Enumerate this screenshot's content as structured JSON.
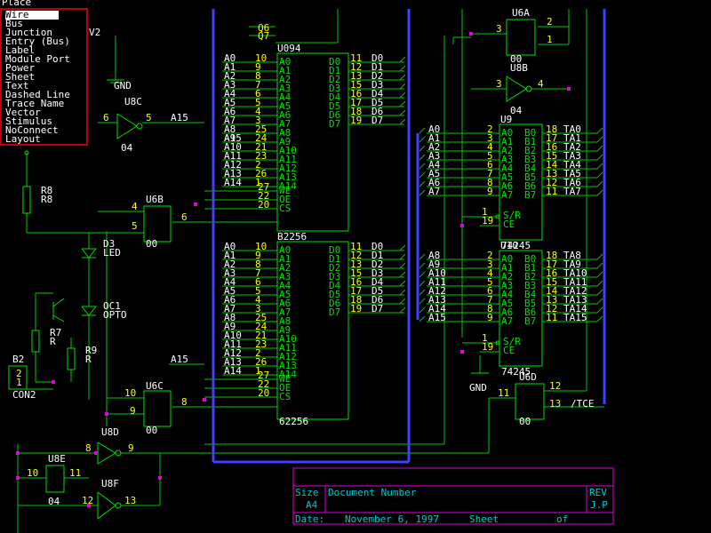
{
  "menu": {
    "title": "Place",
    "items": [
      "Wire",
      "Bus",
      "Junction",
      "Entry (Bus)",
      "Label",
      "Module Port",
      "Power",
      "Sheet",
      "Text",
      "Dashed Line",
      "Trace Name",
      "Vector",
      "Stimulus",
      "NoConnect",
      "Layout"
    ],
    "selected_index": 0
  },
  "colors": {
    "background": "#000000",
    "part": "#00e000",
    "pin_text": "#ffff00",
    "label": "#ffffff",
    "bus": "#4040ff",
    "wire": "#00c800",
    "junction": "#e000e0",
    "menu_border": "#c00000",
    "title_block": "#e000e0",
    "title_text": "#00c8c8"
  },
  "parts": {
    "u8c": {
      "ref": "U8C",
      "pin_in": "6",
      "pin_out": "5",
      "type": "04",
      "net": "A15"
    },
    "u6a": {
      "ref": "U6A",
      "pin1": "3",
      "pin2": "2",
      "pin3": "1",
      "type": "00"
    },
    "u8b": {
      "ref": "U8B",
      "pin_in": "3",
      "pin_out": "4",
      "type": "04"
    },
    "u6b": {
      "ref": "U6B",
      "pin1": "4",
      "pin2": "5",
      "pin_out": "6",
      "type": "00"
    },
    "u6c": {
      "ref": "U6C",
      "pin1": "10",
      "pin2": "9",
      "pin_out": "8",
      "type": "00",
      "net": "A15"
    },
    "u6d": {
      "ref": "U6D",
      "pin1": "11",
      "pin_out": "12",
      "pin3": "13",
      "type": "00",
      "net": "/TCE"
    },
    "u8d": {
      "ref": "U8D",
      "pin_in": "8",
      "pin_out": "9"
    },
    "u8e": {
      "ref": "U8E",
      "pin_in": "10",
      "pin_out": "11",
      "type": "04"
    },
    "u8f": {
      "ref": "U8F",
      "pin_in": "12",
      "pin_out": "13"
    },
    "u9": {
      "ref": "U9",
      "type": "74245",
      "pins_left": [
        "2",
        "3",
        "4",
        "5",
        "6",
        "7",
        "8",
        "9"
      ],
      "pins_right": [
        "18",
        "17",
        "16",
        "15",
        "14",
        "13",
        "12",
        "11"
      ],
      "nets_right": [
        "TA0",
        "TA1",
        "TA2",
        "TA3",
        "TA4",
        "TA5",
        "TA6",
        "TA7"
      ],
      "ctrl_pin": "1",
      "ctrl_pin2": "19",
      "sr": "S/R",
      "ce": "CE"
    },
    "u10": {
      "ref": "U10",
      "type": "74245",
      "pins_left": [
        "2",
        "3",
        "4",
        "5",
        "6",
        "7",
        "8",
        "9"
      ],
      "pins_right": [
        "18",
        "17",
        "16",
        "15",
        "14",
        "13",
        "12",
        "11"
      ],
      "nets_right": [
        "TA8",
        "TA9",
        "TA10",
        "TA11",
        "TA12",
        "TA13",
        "TA14",
        "TA15"
      ],
      "ctrl_pin": "1",
      "ctrl_pin2": "19",
      "sr": "S/R",
      "ce": "CE"
    },
    "ram_top": {
      "ref": "B2256",
      "top_label": "U094",
      "addr_pins": [
        "10",
        "9",
        "8",
        "7",
        "6",
        "5",
        "4",
        "3",
        "25",
        "24",
        "21",
        "23",
        "2",
        "26",
        "1"
      ],
      "data_pins": [
        "11",
        "12",
        "13",
        "15",
        "16",
        "17",
        "18",
        "19"
      ],
      "ctrl_pins": [
        "27",
        "22",
        "20"
      ],
      "ctrl_labels": [
        "WE",
        "OE",
        "CS"
      ]
    },
    "ram_bot": {
      "ref": "62256",
      "addr_pins": [
        "10",
        "9",
        "8",
        "7",
        "6",
        "5",
        "4",
        "3",
        "25",
        "24",
        "21",
        "23",
        "2",
        "26",
        "1"
      ],
      "data_pins": [
        "11",
        "12",
        "13",
        "15",
        "16",
        "17",
        "18",
        "19"
      ],
      "ctrl_pins": [
        "27",
        "22",
        "20"
      ],
      "ctrl_labels": [
        "WE",
        "OE",
        "CS"
      ]
    },
    "r8": {
      "ref": "R8",
      "value": "R8"
    },
    "r7": {
      "ref": "R7",
      "value": "R"
    },
    "r9": {
      "ref": "R9",
      "value": "R"
    },
    "d3": {
      "ref": "D3",
      "value": "LED"
    },
    "oc1": {
      "ref": "OC1",
      "value": "OPTO"
    },
    "b2": {
      "ref": "B2",
      "value": "CON2",
      "pins": [
        "2",
        "1"
      ]
    },
    "gnd1": "GND",
    "gnd2": "GND",
    "misc_top": {
      "q6": "Q6",
      "q7": "Q7",
      "v2": "V2"
    }
  },
  "addr_labels": [
    "A0",
    "A1",
    "A2",
    "A3",
    "A4",
    "A5",
    "A6",
    "A7",
    "A8",
    "A9",
    "A10",
    "A11",
    "A12",
    "A13",
    "A14",
    "A15"
  ],
  "data_labels": [
    "D0",
    "D1",
    "D2",
    "D3",
    "D4",
    "D5",
    "D6",
    "D7"
  ],
  "bus_a_labels": [
    "A0",
    "A1",
    "A2",
    "A3",
    "A4",
    "A5",
    "A6",
    "A7",
    "A8",
    "A9",
    "A10",
    "A11",
    "A12",
    "A13",
    "A14",
    "A15"
  ],
  "title_block": {
    "size_label": "Size",
    "size_value": "A4",
    "docnum_label": "Document Number",
    "rev_label": "REV",
    "rev_value": "J.P",
    "date_label": "Date:",
    "date_value": "November  6, 1997",
    "sheet_label": "Sheet",
    "of_label": "of"
  }
}
